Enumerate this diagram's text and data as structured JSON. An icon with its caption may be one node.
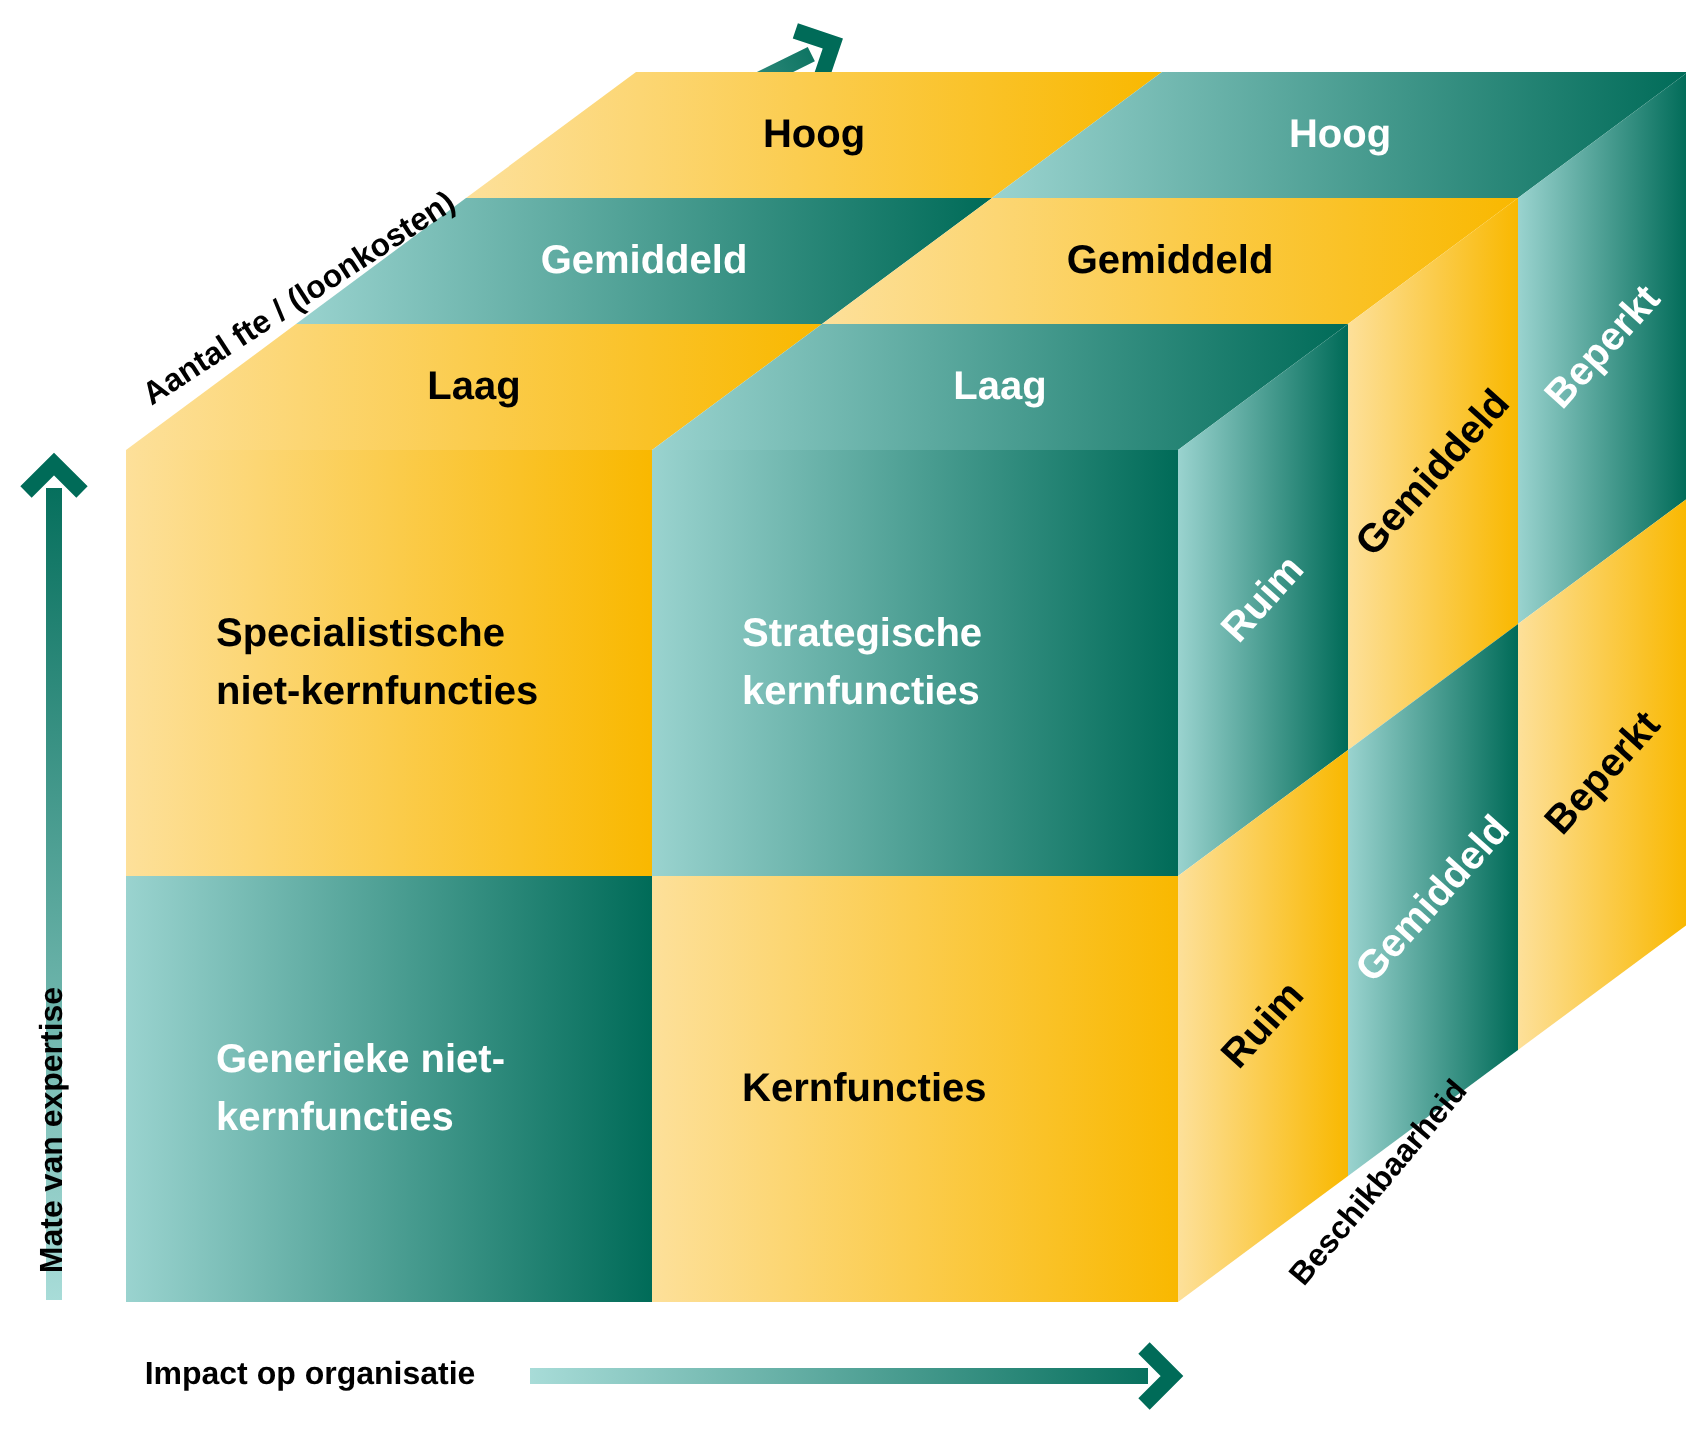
{
  "diagram": {
    "nodes": [
      {
        "text": [
          "Hoog"
        ]
      },
      {
        "text": [
          "Hoog"
        ]
      },
      {
        "text": [
          "Gemiddeld"
        ]
      },
      {
        "text": [
          "Gemiddeld"
        ]
      },
      {
        "text": [
          "Laag"
        ]
      },
      {
        "text": [
          "Laag"
        ]
      },
      {
        "text": [
          "Specialistische niet-kernfuncties"
        ]
      },
      {
        "text": [
          "Strategische kernfuncties"
        ]
      },
      {
        "text": [
          "Generieke niet-kernfuncties"
        ]
      },
      {
        "text": [
          "Kernfuncties"
        ]
      },
      {
        "text": [
          "Ruim"
        ]
      },
      {
        "text": [
          "Gemiddeld"
        ]
      },
      {
        "text": [
          "Beperkt"
        ]
      },
      {
        "text": [
          "Ruim"
        ]
      },
      {
        "text": [
          "Gemiddeld"
        ]
      },
      {
        "text": [
          "Beperkt"
        ]
      }
    ],
    "edges": [],
    "labels": [
      "Aantal fte / (loonkosten)",
      "Mate van expertise",
      "Impact op organisatie",
      "Beschikbaarheid"
    ]
  }
}
